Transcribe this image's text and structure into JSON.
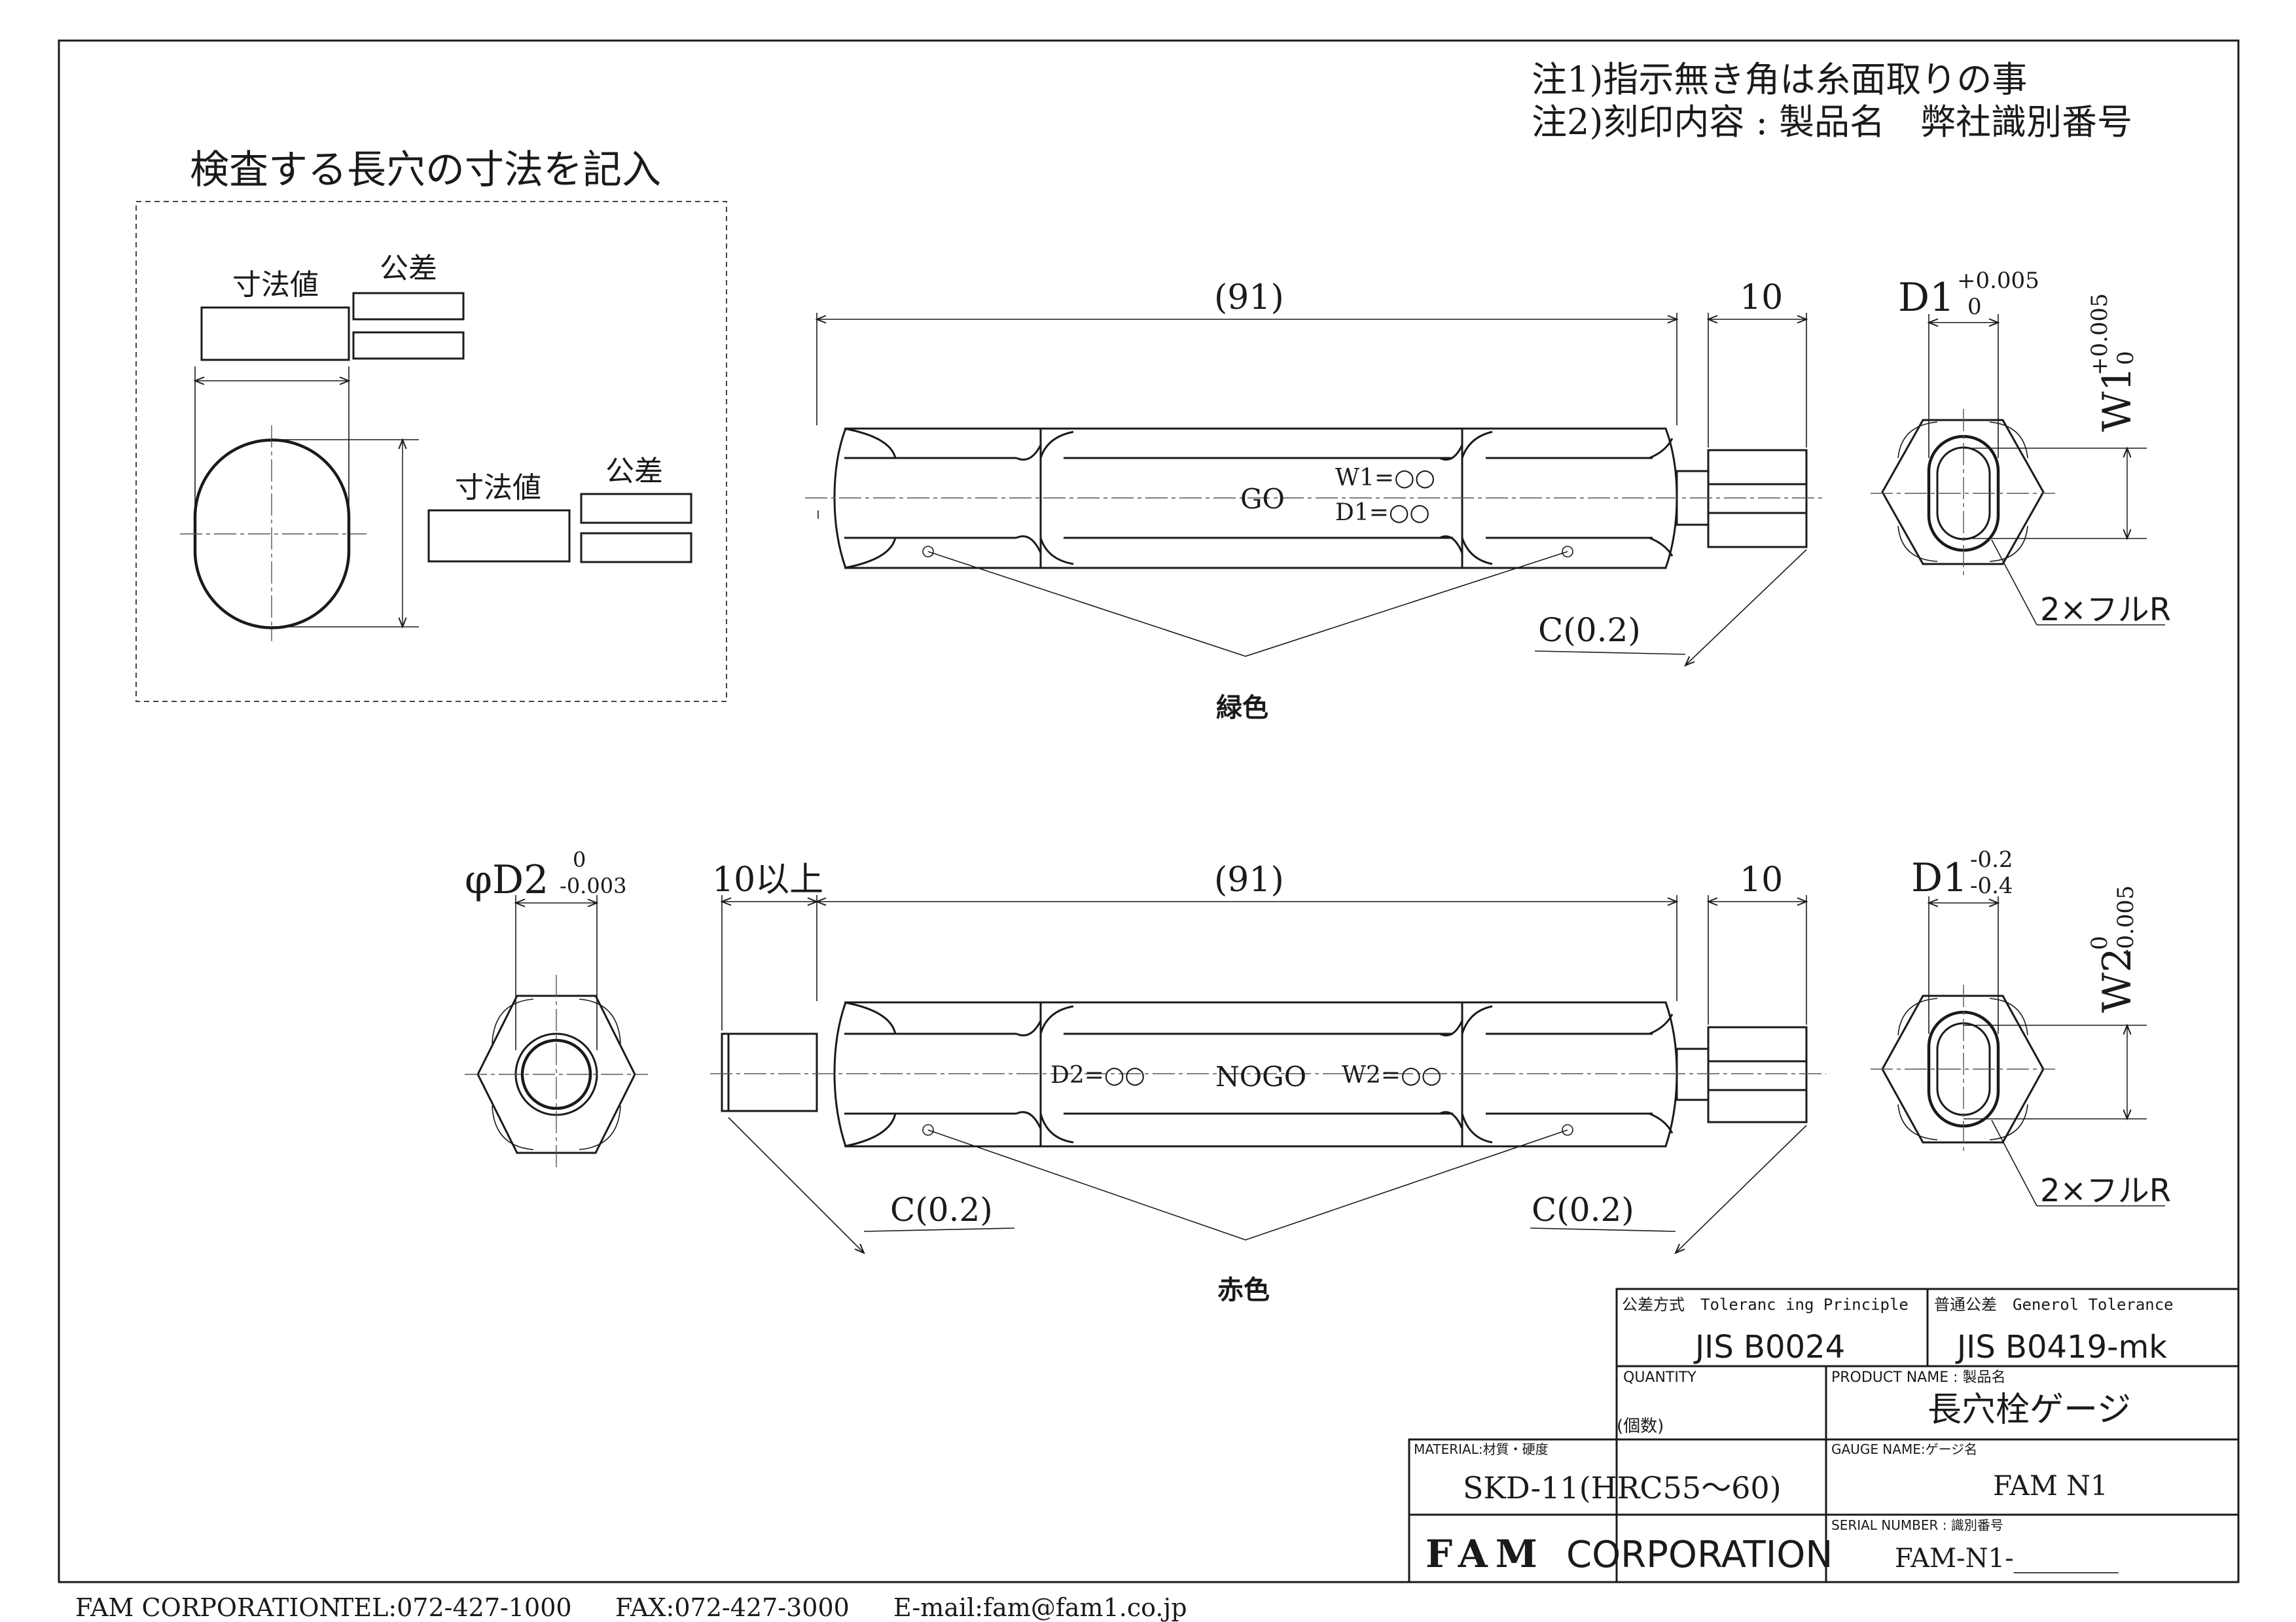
{
  "notes": {
    "note1": "注1)指示無き角は糸面取りの事",
    "note2": "注2)刻印内容 : 製品名　弊社識別番号"
  },
  "inspection": {
    "title": "検査する長穴の寸法を記入",
    "size_label_1": "寸法値",
    "tol_label_1": "公差",
    "size_label_2": "寸法値",
    "tol_label_2": "公差"
  },
  "go_view": {
    "overall_length": "(91)",
    "end_length": "10",
    "marking_main": "GO",
    "marking_w1": "W1=○○",
    "marking_d1": "D1=○○",
    "chamfer": "C(0.2)",
    "color_note": "緑色",
    "end_d1": "D1",
    "end_d1_tol_upper": "+0.005",
    "end_d1_tol_lower": "0",
    "end_w1": "W1",
    "end_w1_tol_upper": "+0.005",
    "end_w1_tol_lower": "0",
    "radius_note": "2×フルR"
  },
  "nogo_view": {
    "phi_d2": "φD2",
    "phi_d2_tol_upper": "0",
    "phi_d2_tol_lower": "-0.003",
    "ext_length": "10以上",
    "overall_length": "(91)",
    "end_length": "10",
    "marking_main": "NOGO",
    "marking_d2": "D2=○○",
    "marking_w2": "W2=○○",
    "chamfer_left": "C(0.2)",
    "chamfer_right": "C(0.2)",
    "color_note": "赤色",
    "end_d1": "D1",
    "end_d1_tol_upper": "-0.2",
    "end_d1_tol_lower": "-0.4",
    "end_w2": "W2",
    "end_w2_tol_upper": "0",
    "end_w2_tol_lower": "-0.005",
    "radius_note": "2×フルR"
  },
  "title_block": {
    "tol_principle_label": "公差方式　Toleranc ing Principle",
    "tol_principle_value": "JIS B0024",
    "general_tol_label": "普通公差　Generol Tolerance",
    "general_tol_value": "JIS B0419-mk",
    "quantity_label": "QUANTITY",
    "quantity_unit": "(個数)",
    "product_name_label": "PRODUCT NAME : 製品名",
    "product_name_value": "長穴栓ゲージ",
    "material_label": "MATERIAL:材質・硬度",
    "material_value": "SKD-11(HRC55～60)",
    "gauge_name_label": "GAUGE NAME:ゲージ名",
    "gauge_name_value": "FAM N1",
    "company_logo": "FAM",
    "company_name": "CORPORATION",
    "serial_label": "SERIAL NUMBER : 識別番号",
    "serial_value": "FAM-N1-________"
  },
  "footer": {
    "company": "FAM CORPORATION",
    "tel": "TEL:072-427-1000",
    "fax": "FAX:072-427-3000",
    "email": "E-mail:fam@fam1.co.jp"
  }
}
